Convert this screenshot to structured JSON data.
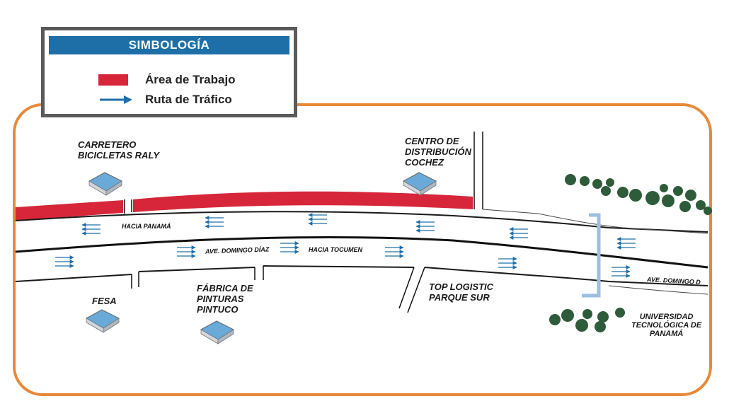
{
  "legend": {
    "title": "SIMBOLOGÍA",
    "work_area_label": "Área de Trabajo",
    "traffic_route_label": "Ruta de Tráfico",
    "work_area_color": "#d7263a",
    "traffic_color": "#1e6fa8"
  },
  "places": {
    "raly": [
      "CARRETERO",
      "BICICLETAS RALY"
    ],
    "cochez": [
      "CENTRO DE",
      "DISTRIBUCIÓN",
      "COCHEZ"
    ],
    "fesa": [
      "FESA"
    ],
    "pintuco": [
      "FÁBRICA DE",
      "PINTURAS",
      "PINTUCO"
    ],
    "top_logistic": [
      "TOP LOGISTIC",
      "PARQUE SUR"
    ],
    "utp": [
      "UNIVERSIDAD",
      "TECNOLÓGICA DE",
      "PANAMÁ"
    ]
  },
  "streets": {
    "hacia_panama": "HACIA PANAMÁ",
    "ave_domingo_diaz": "AVE. DOMINGO DÍAZ",
    "hacia_tocumen": "HACIA TOCUMEN",
    "ave_domingo_right": "AVE. DOMINGO D"
  },
  "colors": {
    "frame": "#e8893a",
    "bracket": "#9dbfe0",
    "building_top": "#6aaad8",
    "tree": "#2e5b3a"
  }
}
